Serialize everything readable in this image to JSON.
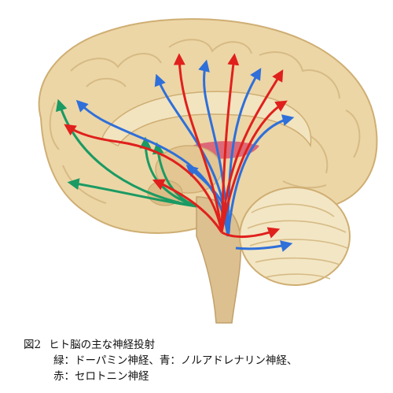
{
  "caption": {
    "figure_number": "図2",
    "title": "ヒト脳の主な神経投射",
    "legend_line_1": "緑：ドーパミン神経、青：ノルアドレナリン神経、",
    "legend_line_2": "赤：セロトニン神経"
  },
  "colors": {
    "dopamine": "#1b9a63",
    "noradrenaline": "#2f6fd9",
    "serotonin": "#e0201c",
    "brain_fill": "#ecd6a6",
    "brain_dark": "#cfae73",
    "brainstem": "#dcc090",
    "cerebellum": "#f3e6c4",
    "callosum_pink": "#d9566e"
  }
}
